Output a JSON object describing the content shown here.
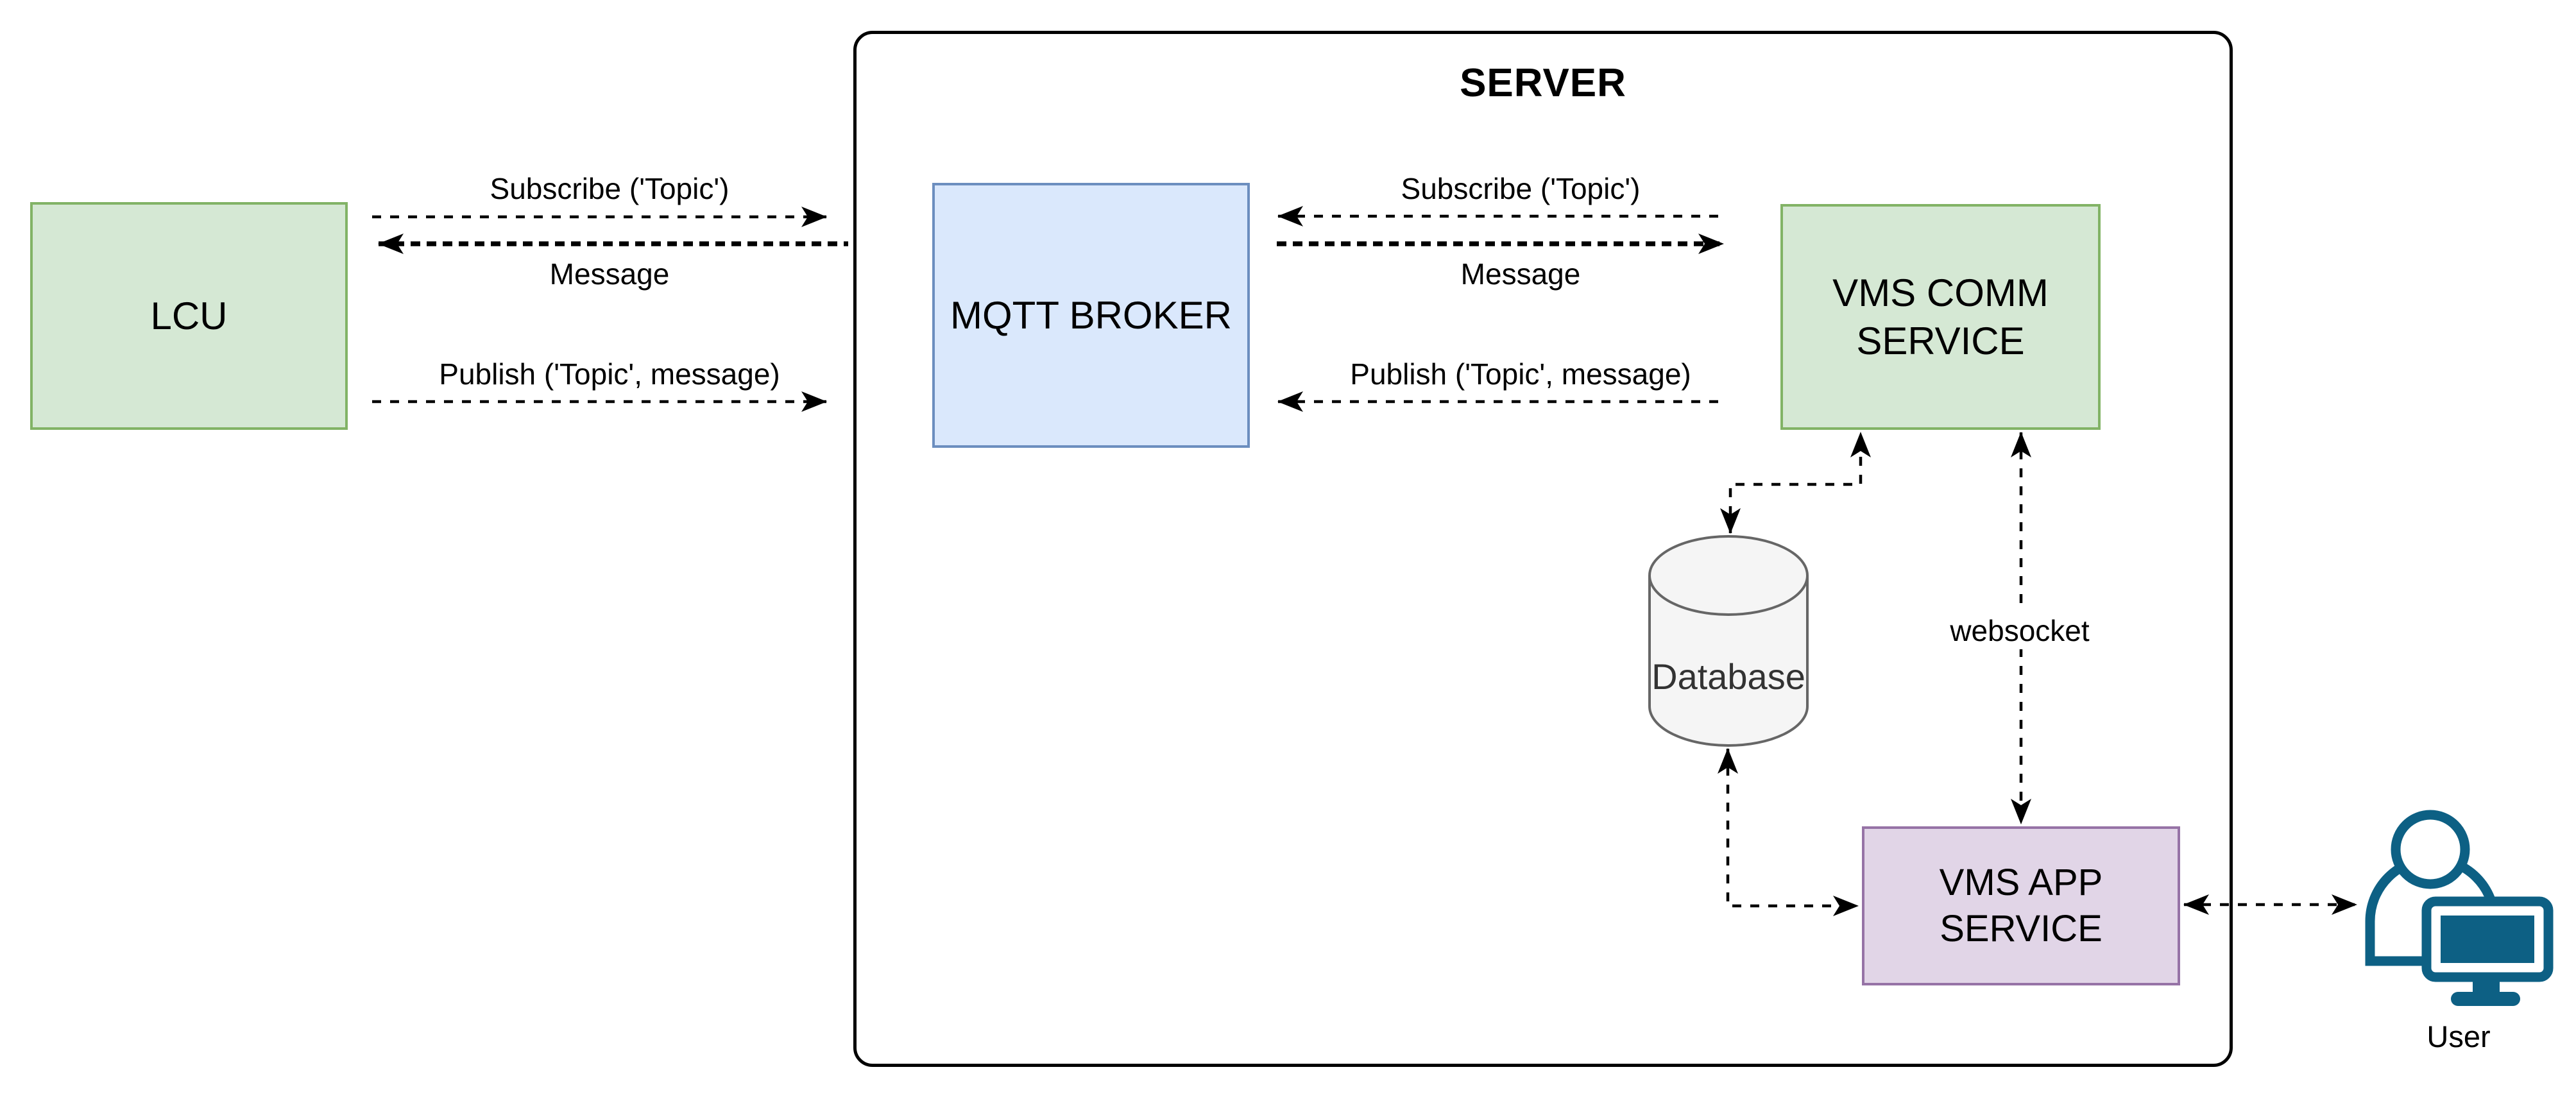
{
  "title": "SERVER",
  "nodes": {
    "lcu": "LCU",
    "mqtt": "MQTT BROKER",
    "vms_comm": "VMS COMM SERVICE",
    "database": "Database",
    "vms_app": "VMS APP SERVICE",
    "user": "User"
  },
  "edges": {
    "lcu_subscribe": "Subscribe ('Topic')",
    "lcu_message": "Message",
    "lcu_publish": "Publish ('Topic', message)",
    "broker_subscribe": "Subscribe ('Topic')",
    "broker_message": "Message",
    "broker_publish": "Publish ('Topic', message)",
    "websocket": "websocket"
  },
  "colors": {
    "green_fill": "#d5e8d4",
    "green_stroke": "#82b366",
    "blue_fill": "#dae8fc",
    "blue_stroke": "#6c8ebf",
    "purple_fill": "#e1d5e7",
    "purple_stroke": "#9673a6",
    "gray_fill": "#f5f5f5",
    "gray_stroke": "#666666",
    "user_icon": "#0d6084",
    "line": "#000000"
  }
}
